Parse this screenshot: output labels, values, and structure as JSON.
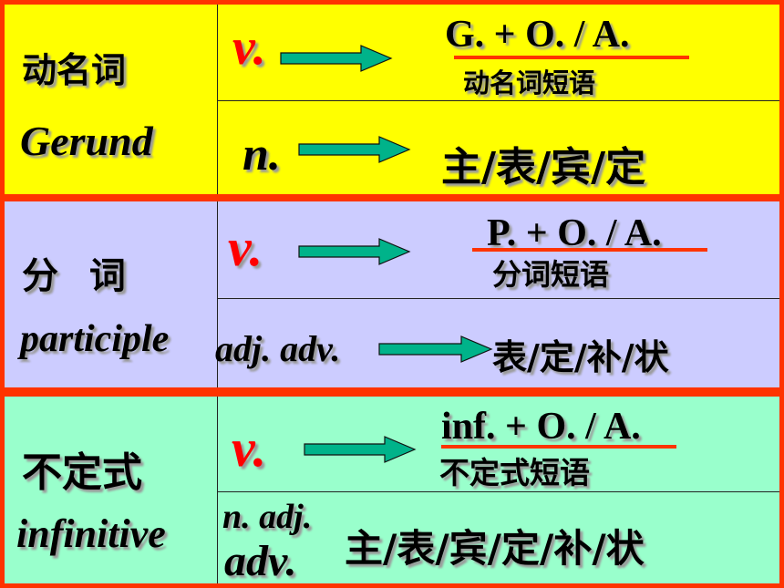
{
  "colors": {
    "gerund_bg": "#ffff00",
    "participle_bg": "#ccccff",
    "infinitive_bg": "#99ffcc",
    "border": "#ff3300",
    "arrow": "#00b38a",
    "accent_v": "#ff0000"
  },
  "icons": [
    "arrow-right-icon"
  ],
  "gerund": {
    "cn": "动名词",
    "en": "Gerund",
    "row1": {
      "pos": "v.",
      "phrase": "G.  +  O. / A.",
      "phrase_cn": "动名词短语"
    },
    "row2": {
      "pos": "n.",
      "functions": "主/表/宾/定"
    }
  },
  "participle": {
    "cn": "分  词",
    "en": "participle",
    "row1": {
      "pos": "v.",
      "phrase": "P. + O. / A.",
      "phrase_cn": "分词短语"
    },
    "row2": {
      "pos": "adj. adv.",
      "functions": "表/定/补/状"
    }
  },
  "infinitive": {
    "cn": "不定式",
    "en": "infinitive",
    "row1": {
      "pos": "v.",
      "phrase": "inf. + O. / A.",
      "phrase_cn": "不定式短语"
    },
    "row2": {
      "pos1": "n. adj.",
      "pos2": "adv.",
      "functions": "主/表/宾/定/补/状"
    }
  }
}
